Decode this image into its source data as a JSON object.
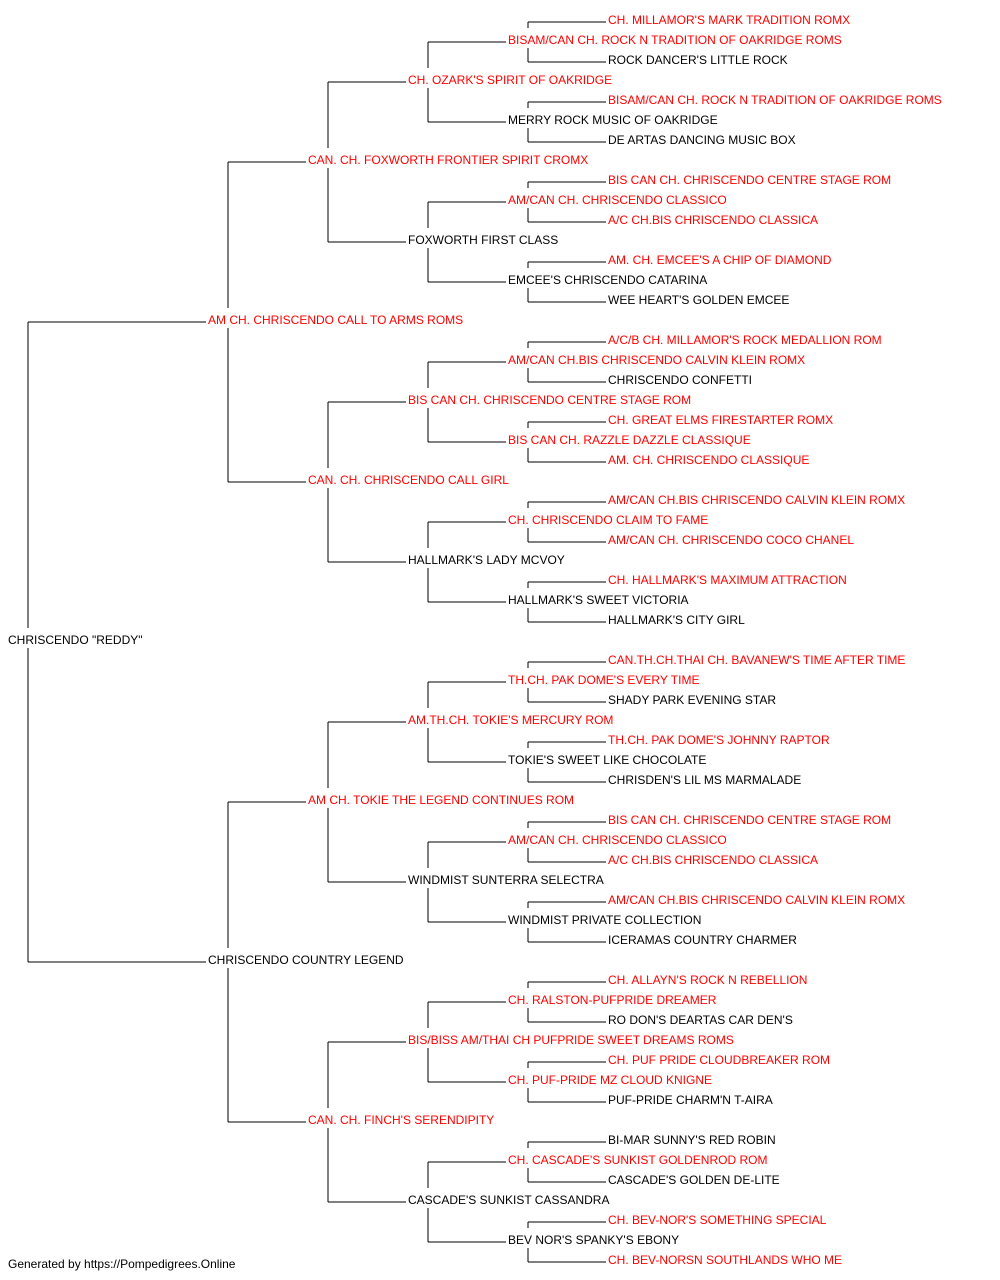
{
  "colors": {
    "champion": "#ff0000",
    "regular": "#000000",
    "line": "#000000",
    "background": "#ffffff"
  },
  "footer": "Generated by https://Pompedigrees.Online",
  "pedigree": {
    "name": "CHRISCENDO \"REDDY\"",
    "champion": false,
    "sire": {
      "name": "AM CH. CHRISCENDO CALL TO ARMS ROMS",
      "champion": true,
      "sire": {
        "name": "CAN. CH. FOXWORTH FRONTIER SPIRIT CROMX",
        "champion": true,
        "sire": {
          "name": "CH. OZARK'S SPIRIT OF OAKRIDGE",
          "champion": true,
          "sire": {
            "name": "BISAM/CAN CH. ROCK N TRADITION OF OAKRIDGE ROMS",
            "champion": true,
            "sire": {
              "name": "CH. MILLAMOR'S MARK TRADITION ROMX",
              "champion": true
            },
            "dam": {
              "name": "ROCK DANCER'S LITTLE ROCK",
              "champion": false
            }
          },
          "dam": {
            "name": "MERRY ROCK MUSIC OF OAKRIDGE",
            "champion": false,
            "sire": {
              "name": "BISAM/CAN CH. ROCK N TRADITION OF OAKRIDGE ROMS",
              "champion": true
            },
            "dam": {
              "name": "DE ARTAS DANCING MUSIC BOX",
              "champion": false
            }
          }
        },
        "dam": {
          "name": "FOXWORTH FIRST CLASS",
          "champion": false,
          "sire": {
            "name": "AM/CAN CH. CHRISCENDO CLASSICO",
            "champion": true,
            "sire": {
              "name": "BIS CAN CH. CHRISCENDO CENTRE STAGE ROM",
              "champion": true
            },
            "dam": {
              "name": "A/C CH.BIS CHRISCENDO CLASSICA",
              "champion": true
            }
          },
          "dam": {
            "name": "EMCEE'S CHRISCENDO CATARINA",
            "champion": false,
            "sire": {
              "name": "AM. CH. EMCEE'S A CHIP OF DIAMOND",
              "champion": true
            },
            "dam": {
              "name": "WEE HEART'S GOLDEN EMCEE",
              "champion": false
            }
          }
        }
      },
      "dam": {
        "name": "CAN. CH. CHRISCENDO CALL GIRL",
        "champion": true,
        "sire": {
          "name": "BIS CAN CH. CHRISCENDO CENTRE STAGE ROM",
          "champion": true,
          "sire": {
            "name": "AM/CAN CH.BIS CHRISCENDO CALVIN KLEIN ROMX",
            "champion": true,
            "sire": {
              "name": "A/C/B CH. MILLAMOR'S ROCK MEDALLION ROM",
              "champion": true
            },
            "dam": {
              "name": "CHRISCENDO CONFETTI",
              "champion": false
            }
          },
          "dam": {
            "name": "BIS CAN CH. RAZZLE DAZZLE CLASSIQUE",
            "champion": true,
            "sire": {
              "name": "CH. GREAT ELMS FIRESTARTER ROMX",
              "champion": true
            },
            "dam": {
              "name": "AM. CH. CHRISCENDO CLASSIQUE",
              "champion": true
            }
          }
        },
        "dam": {
          "name": "HALLMARK'S LADY MCVOY",
          "champion": false,
          "sire": {
            "name": "CH. CHRISCENDO CLAIM TO FAME",
            "champion": true,
            "sire": {
              "name": "AM/CAN CH.BIS CHRISCENDO CALVIN KLEIN ROMX",
              "champion": true
            },
            "dam": {
              "name": "AM/CAN CH. CHRISCENDO COCO CHANEL",
              "champion": true
            }
          },
          "dam": {
            "name": "HALLMARK'S SWEET VICTORIA",
            "champion": false,
            "sire": {
              "name": "CH. HALLMARK'S MAXIMUM ATTRACTION",
              "champion": true
            },
            "dam": {
              "name": "HALLMARK'S CITY GIRL",
              "champion": false
            }
          }
        }
      }
    },
    "dam": {
      "name": "CHRISCENDO COUNTRY LEGEND",
      "champion": false,
      "sire": {
        "name": "AM CH. TOKIE THE LEGEND CONTINUES ROM",
        "champion": true,
        "sire": {
          "name": "AM.TH.CH. TOKIE'S MERCURY ROM",
          "champion": true,
          "sire": {
            "name": "TH.CH. PAK DOME'S EVERY TIME",
            "champion": true,
            "sire": {
              "name": "CAN.TH.CH.THAI CH. BAVANEW'S TIME AFTER TIME",
              "champion": true
            },
            "dam": {
              "name": "SHADY PARK EVENING STAR",
              "champion": false
            }
          },
          "dam": {
            "name": "TOKIE'S SWEET LIKE CHOCOLATE",
            "champion": false,
            "sire": {
              "name": "TH.CH. PAK DOME'S JOHNNY RAPTOR",
              "champion": true
            },
            "dam": {
              "name": "CHRISDEN'S LIL MS MARMALADE",
              "champion": false
            }
          }
        },
        "dam": {
          "name": "WINDMIST SUNTERRA SELECTRA",
          "champion": false,
          "sire": {
            "name": "AM/CAN CH. CHRISCENDO CLASSICO",
            "champion": true,
            "sire": {
              "name": "BIS CAN CH. CHRISCENDO CENTRE STAGE ROM",
              "champion": true
            },
            "dam": {
              "name": "A/C CH.BIS CHRISCENDO CLASSICA",
              "champion": true
            }
          },
          "dam": {
            "name": "WINDMIST PRIVATE COLLECTION",
            "champion": false,
            "sire": {
              "name": "AM/CAN CH.BIS CHRISCENDO CALVIN KLEIN ROMX",
              "champion": true
            },
            "dam": {
              "name": "ICERAMAS COUNTRY CHARMER",
              "champion": false
            }
          }
        }
      },
      "dam": {
        "name": "CAN. CH. FINCH'S SERENDIPITY",
        "champion": true,
        "sire": {
          "name": "BIS/BISS AM/THAI CH PUFPRIDE SWEET DREAMS ROMS",
          "champion": true,
          "sire": {
            "name": "CH. RALSTON-PUFPRIDE DREAMER",
            "champion": true,
            "sire": {
              "name": "CH. ALLAYN'S ROCK N REBELLION",
              "champion": true
            },
            "dam": {
              "name": "RO DON'S DEARTAS CAR DEN'S",
              "champion": false
            }
          },
          "dam": {
            "name": "CH. PUF-PRIDE MZ CLOUD KNIGNE",
            "champion": true,
            "sire": {
              "name": "CH. PUF PRIDE CLOUDBREAKER ROM",
              "champion": true
            },
            "dam": {
              "name": "PUF-PRIDE CHARM'N T-AIRA",
              "champion": false
            }
          }
        },
        "dam": {
          "name": "CASCADE'S SUNKIST CASSANDRA",
          "champion": false,
          "sire": {
            "name": "CH. CASCADE'S SUNKIST GOLDENROD ROM",
            "champion": true,
            "sire": {
              "name": "BI-MAR SUNNY'S RED ROBIN",
              "champion": false
            },
            "dam": {
              "name": "CASCADE'S GOLDEN DE-LITE",
              "champion": false
            }
          },
          "dam": {
            "name": "BEV NOR'S SPANKY'S EBONY",
            "champion": false,
            "sire": {
              "name": "CH. BEV-NOR'S SOMETHING SPECIAL",
              "champion": true
            },
            "dam": {
              "name": "CH. BEV-NORSN SOUTHLANDS WHO ME",
              "champion": true
            }
          }
        }
      }
    }
  }
}
